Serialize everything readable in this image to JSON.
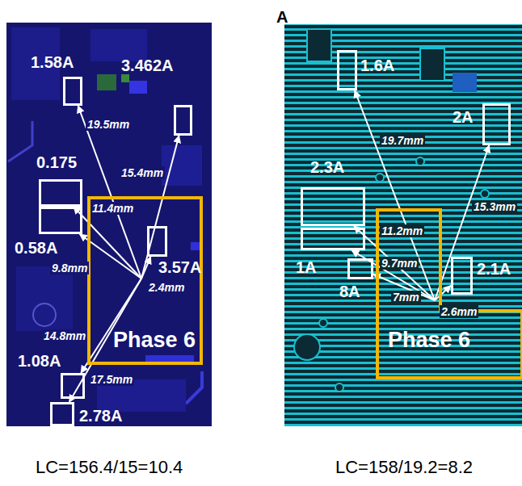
{
  "diagram": {
    "nodes": [
      {
        "text": [
          "Phase 6"
        ]
      },
      {
        "text": [
          "1.58A"
        ]
      },
      {
        "text": [
          "3.462A"
        ]
      },
      {
        "text": [
          "0.175"
        ]
      },
      {
        "text": [
          "0.58A"
        ]
      },
      {
        "text": [
          "3.57A"
        ],
        "in": 0
      },
      {
        "text": [
          "1.08A"
        ]
      },
      {
        "text": [
          "2.78A"
        ]
      },
      {
        "text": [
          "Phase 6"
        ]
      },
      {
        "text": [
          "1.6A"
        ]
      },
      {
        "text": [
          "2A"
        ]
      },
      {
        "text": [
          "2.3A"
        ]
      },
      {
        "text": [
          "1A"
        ]
      },
      {
        "text": [
          "8A"
        ]
      },
      {
        "text": [
          "2.1A"
        ]
      }
    ],
    "edges": [
      {
        "from": 0,
        "to": 1,
        "arrow": "to",
        "label": "19.5mm"
      },
      {
        "from": 0,
        "to": 2,
        "arrow": "to",
        "label": "15.4mm"
      },
      {
        "from": 0,
        "to": 3,
        "arrow": "to",
        "label": "11.4mm"
      },
      {
        "from": 0,
        "to": 4,
        "arrow": "to",
        "label": "9.8mm"
      },
      {
        "from": 0,
        "to": 5,
        "arrow": "to",
        "label": "2.4mm"
      },
      {
        "from": 0,
        "to": 6,
        "arrow": "to",
        "label": "14.8mm"
      },
      {
        "from": 0,
        "to": 7,
        "arrow": "to",
        "label": "17.5mm"
      },
      {
        "from": 8,
        "to": 9,
        "arrow": "to",
        "label": "19.7mm"
      },
      {
        "from": 8,
        "to": 10,
        "arrow": "to",
        "label": "15.3mm"
      },
      {
        "from": 8,
        "to": 11,
        "arrow": "to",
        "label": "11.2mm"
      },
      {
        "from": 8,
        "to": 12,
        "arrow": "to",
        "label": "9.7mm"
      },
      {
        "from": 8,
        "to": 13,
        "arrow": "to",
        "label": "7mm"
      },
      {
        "from": 8,
        "to": 14,
        "arrow": "to",
        "label": "2.6mm"
      }
    ],
    "labels": [
      "A",
      "LC=156.4/15=10.4",
      "LC=158/19.2=8.2"
    ]
  }
}
